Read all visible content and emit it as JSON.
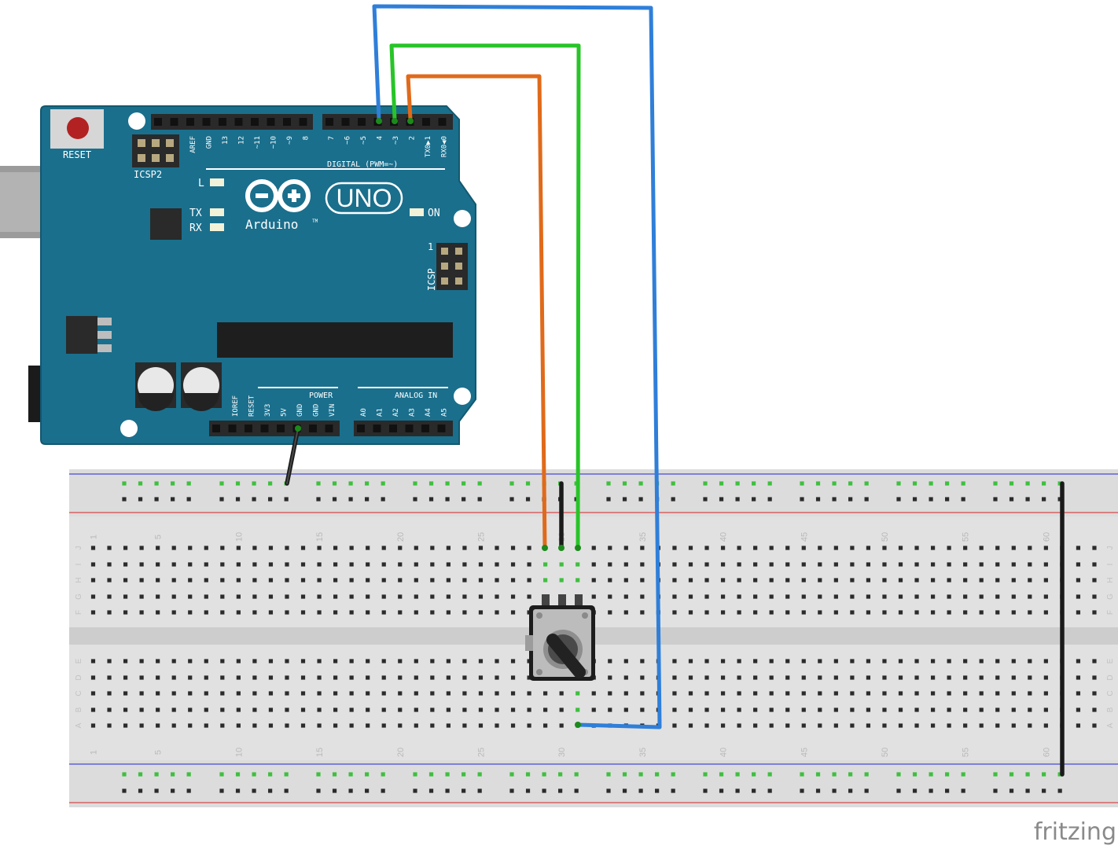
{
  "arduino": {
    "reset_label": "RESET",
    "icsp2_label": "ICSP2",
    "icsp_label": "ICSP",
    "icsp_pin1": "1",
    "logo_brand": "Arduino",
    "logo_tm": "TM",
    "model": "UNO",
    "led_l": "L",
    "led_tx": "TX",
    "led_rx": "RX",
    "led_on": "ON",
    "digital_label": "DIGITAL (PWM=~)",
    "power_label": "POWER",
    "analog_label": "ANALOG IN",
    "top_pins_left": [
      "AREF",
      "GND",
      "13",
      "12",
      "~11",
      "~10",
      "~9",
      "8"
    ],
    "top_pins_right": [
      "7",
      "~6",
      "~5",
      "4",
      "~3",
      "2",
      "TX0▶1",
      "RX0◀0"
    ],
    "bottom_pins_power": [
      "IOREF",
      "RESET",
      "3V3",
      "5V",
      "GND",
      "GND",
      "VIN"
    ],
    "bottom_pins_analog": [
      "A0",
      "A1",
      "A2",
      "A3",
      "A4",
      "A5"
    ]
  },
  "breadboard": {
    "column_numbers": [
      "1",
      "5",
      "10",
      "15",
      "20",
      "25",
      "30",
      "35",
      "40",
      "45",
      "50",
      "55",
      "60"
    ],
    "rows_top": [
      "J",
      "I",
      "H",
      "G",
      "F"
    ],
    "rows_bottom": [
      "E",
      "D",
      "C",
      "B",
      "A"
    ]
  },
  "wires": {
    "pin4": {
      "color": "#2f7fd9",
      "from": "Digital 4",
      "to": "Breadboard A31"
    },
    "pin3": {
      "color": "#28c428",
      "from": "Digital ~3",
      "to": "Breadboard J31"
    },
    "pin2": {
      "color": "#e06a1a",
      "from": "Digital 2",
      "to": "Breadboard J29"
    },
    "gnd": {
      "color": "#2a2a2a",
      "from": "GND",
      "to": "Power rail"
    },
    "rail_jumper": {
      "color": "#2a2a2a"
    },
    "pot_jumper": {
      "color": "#2a2a2a"
    }
  },
  "component": {
    "name": "rotary-encoder"
  },
  "watermark": "fritzing",
  "colors": {
    "board": "#1a6f8c",
    "board_dark": "#13586f",
    "rail_red": "#d93a3a",
    "rail_blue": "#3a3ad9"
  }
}
